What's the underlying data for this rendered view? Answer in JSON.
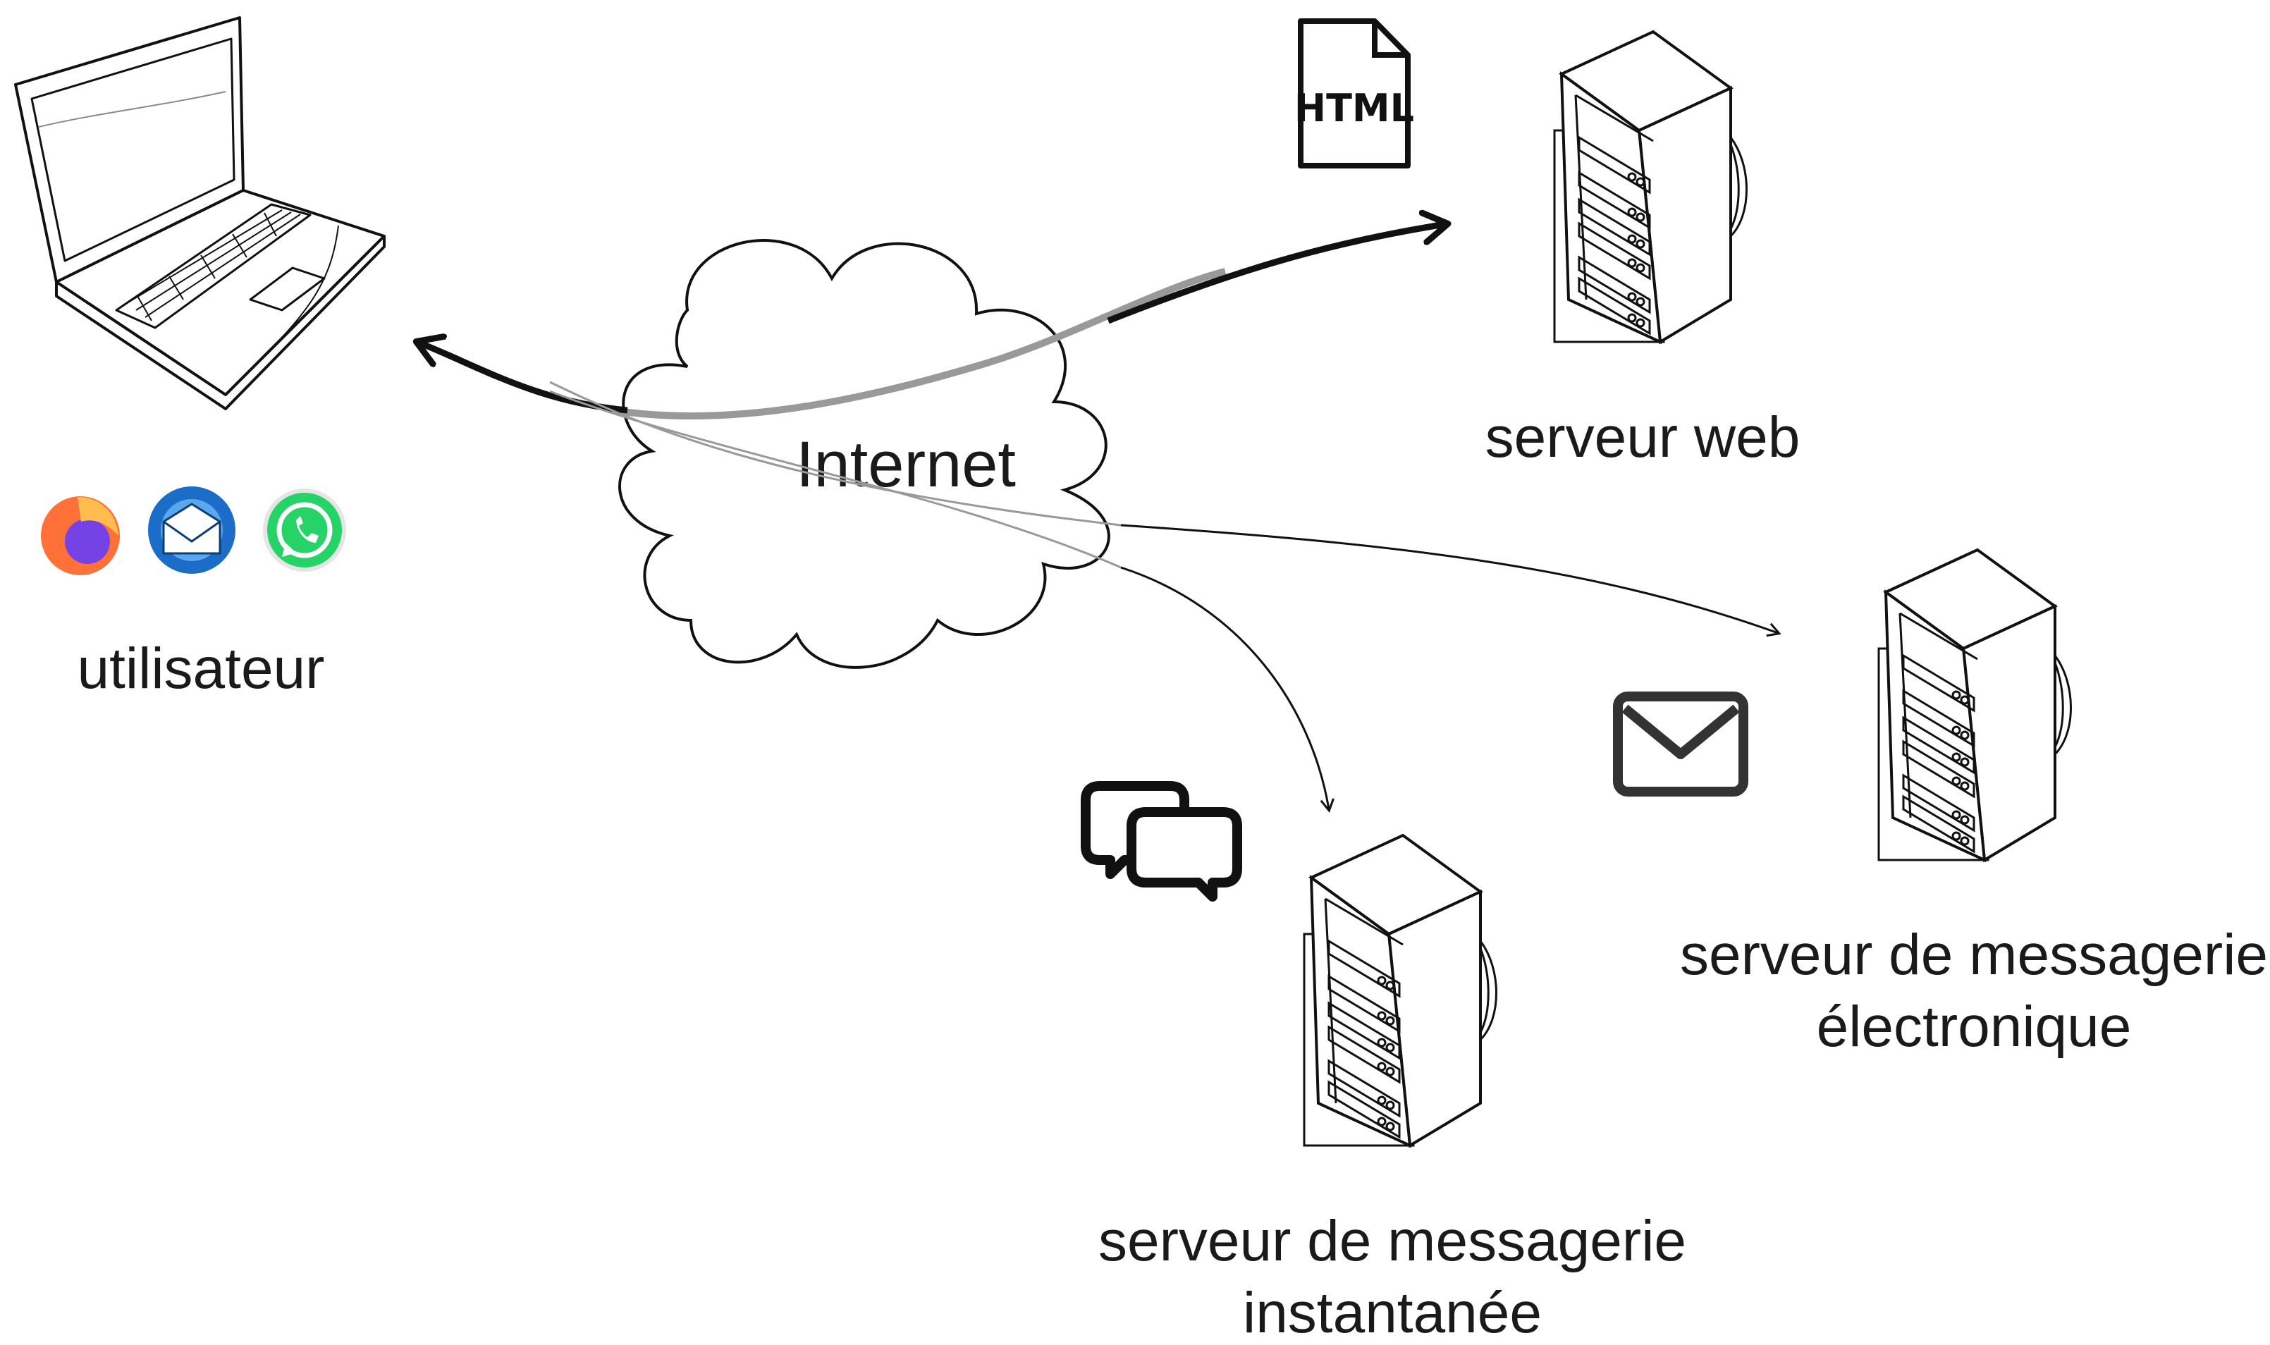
{
  "nodes": {
    "user": {
      "label": "utilisateur"
    },
    "cloud": {
      "label": "Internet"
    },
    "web_server": {
      "label": "serveur web"
    },
    "email_server": {
      "label_line1": "serveur de messagerie",
      "label_line2": "électronique"
    },
    "im_server": {
      "label_line1": "serveur de messagerie",
      "label_line2": "instantanée"
    }
  },
  "document_icon": {
    "text": "HTML"
  },
  "apps": [
    {
      "name": "firefox-icon"
    },
    {
      "name": "thunderbird-icon"
    },
    {
      "name": "whatsapp-icon"
    }
  ],
  "colors": {
    "stroke": "#111111",
    "faded": "#999999",
    "firefox_orange": "#ff7139",
    "firefox_purple": "#7542e5",
    "thunderbird_blue": "#1b6dc7",
    "whatsapp_green": "#25d366"
  }
}
